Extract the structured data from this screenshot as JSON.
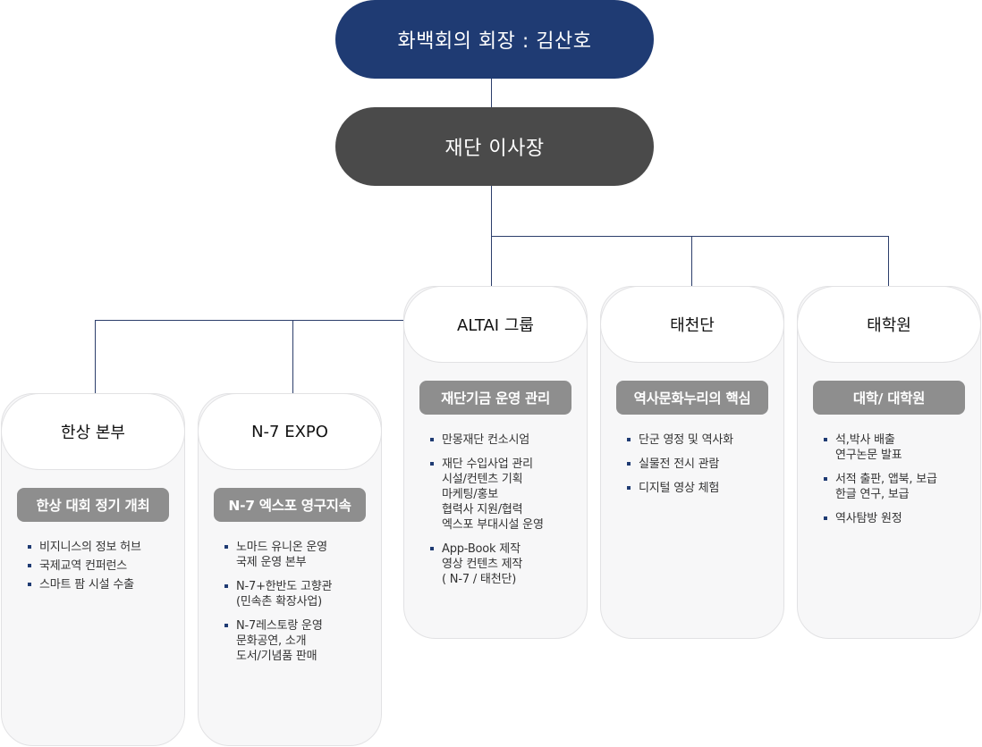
{
  "chair": {
    "label": "화백회의 회장 : 김산호"
  },
  "director": {
    "label": "재단 이사장"
  },
  "divisions": [
    {
      "title": "한상 본부",
      "tag": "한상 대회 정기 개최",
      "items": [
        "비지니스의 정보 허브",
        "국제교역 컨퍼런스",
        "스마트 팜 시설 수출"
      ]
    },
    {
      "title": "N-7 EXPO",
      "tag": "N-7 엑스포 영구지속",
      "items": [
        "노마드 유니온 운영\n국제 운영 본부",
        "N-7+한반도 고향관\n(민속촌 확장사업)",
        "N-7레스토랑 운영\n문화공연, 소개\n도서/기념품 판매"
      ]
    },
    {
      "title": "ALTAI 그룹",
      "tag": "재단기금 운영 관리",
      "items": [
        "만몽재단 컨소시엄",
        "재단 수입사업 관리\n시설/컨텐츠 기획\n마케팅/홍보\n협력사 지원/협력\n엑스포 부대시설 운영",
        "App-Book 제작\n영상 컨텐츠 제작\n( N-7 / 태천단)"
      ]
    },
    {
      "title": "태천단",
      "tag": "역사문화누리의 핵심",
      "items": [
        "단군 영정 및 역사화",
        "실물전 전시 관람",
        "디지털 영상 체험"
      ]
    },
    {
      "title": "태학원",
      "tag": "대학/ 대학원",
      "items": [
        "석,박사 배출\n연구논문 발표",
        "서적 출판, 앱북, 보급\n한글 연구, 보급",
        "역사탐방 원정"
      ]
    }
  ]
}
